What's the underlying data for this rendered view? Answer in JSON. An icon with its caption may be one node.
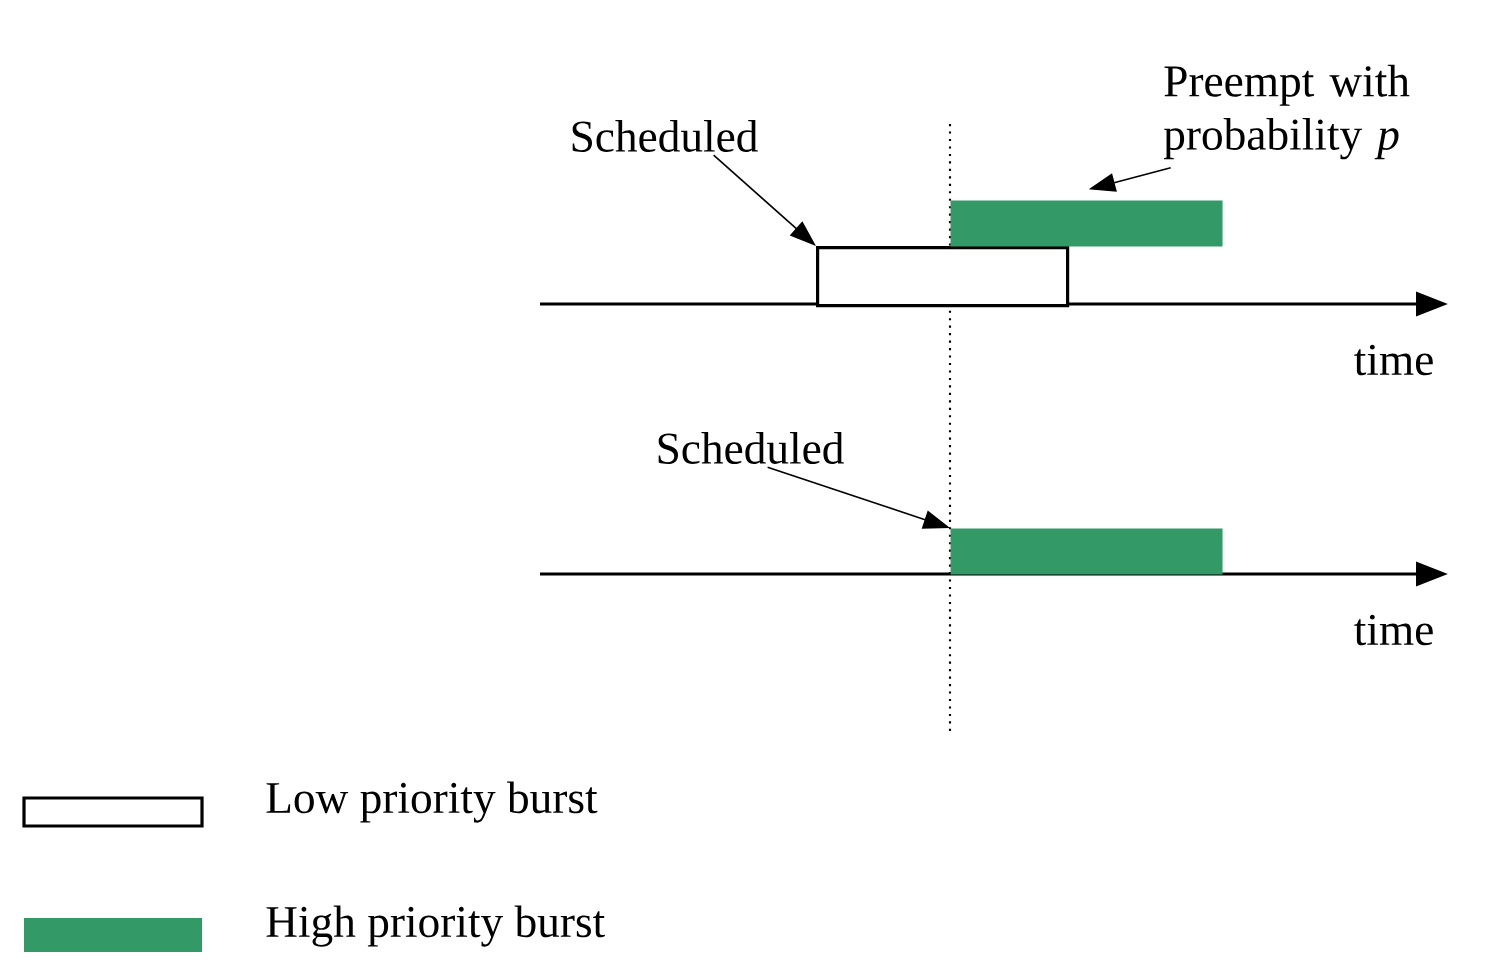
{
  "diagram": {
    "nodes": [
      {
        "text": [
          "Scheduled"
        ]
      },
      {
        "text": [
          "Preempt with probability *p*"
        ]
      },
      {
        "text": [],
        "shape": "box"
      },
      {
        "text": [],
        "shape": "bar"
      },
      {
        "text": [
          "Scheduled"
        ]
      },
      {
        "text": [],
        "shape": "bar"
      }
    ],
    "edges": [
      {
        "from": 0,
        "to": 2,
        "arrow": "to"
      },
      {
        "from": 1,
        "to": 3,
        "arrow": "to"
      },
      {
        "from": 4,
        "to": 5,
        "arrow": "to"
      }
    ],
    "labels": [
      "time",
      "time"
    ],
    "legend": [
      {
        "text": "Low priority burst"
      },
      {
        "text": "High priority burst",
        "color": "#339966"
      }
    ]
  }
}
